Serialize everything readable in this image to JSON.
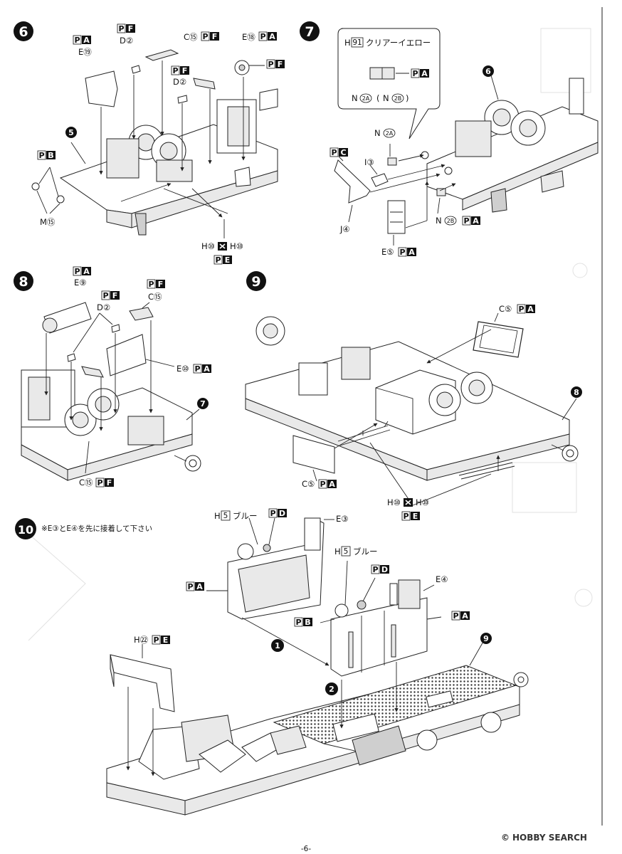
{
  "page": {
    "number": "-6-"
  },
  "watermark": {
    "brand": "HOBBY SEARCH",
    "copyright": "©"
  },
  "steps": [
    {
      "num": "6",
      "callouts": [
        {
          "code": "E⑲",
          "tag": "A"
        },
        {
          "code": "D②",
          "tag": "F"
        },
        {
          "code": "C⑮",
          "tag": "F"
        },
        {
          "code": "E⑱",
          "tag": "A"
        },
        {
          "code": "",
          "tag": "F"
        },
        {
          "code": "D②",
          "tag": "F"
        },
        {
          "code": "",
          "tag": "B"
        },
        {
          "code": "M⑮",
          "tag": ""
        },
        {
          "code": "H⑩",
          "tag": "E",
          "code2": "H⑩"
        }
      ],
      "ref": "5"
    },
    {
      "num": "7",
      "inset": {
        "part": "H",
        "part_num": "91",
        "color": "クリアーイエロー",
        "tag": "A",
        "caption_a": "N",
        "caption_a_sub": "2A",
        "caption_b": "N",
        "caption_b_sub": "2B"
      },
      "callouts": [
        {
          "code": "N",
          "sub": "2A",
          "tag": ""
        },
        {
          "code": "",
          "tag": "C"
        },
        {
          "code": "I③",
          "tag": ""
        },
        {
          "code": "J④",
          "tag": ""
        },
        {
          "code": "N",
          "sub": "2B",
          "tag": "A"
        },
        {
          "code": "E⑤",
          "tag": "A"
        }
      ],
      "ref": "6"
    },
    {
      "num": "8",
      "callouts": [
        {
          "code": "E⑨",
          "tag": "A"
        },
        {
          "code": "D②",
          "tag": "F"
        },
        {
          "code": "C⑮",
          "tag": "F"
        },
        {
          "code": "E⑩",
          "tag": "A"
        },
        {
          "code": "C⑮",
          "tag": "F"
        }
      ],
      "ref": "7"
    },
    {
      "num": "9",
      "callouts": [
        {
          "code": "C⑤",
          "tag": "A"
        },
        {
          "code": "C⑤",
          "tag": "A"
        },
        {
          "code": "H⑩",
          "tag": "E",
          "code2": "H⑩"
        }
      ],
      "ref": "8"
    },
    {
      "num": "10",
      "note": "※E③とE④を先に接着して下さい",
      "callouts": [
        {
          "code": "H",
          "num": "5",
          "color": "ブルー",
          "tag": ""
        },
        {
          "code": "",
          "tag": "D"
        },
        {
          "code": "E③",
          "tag": ""
        },
        {
          "code": "",
          "tag": "A"
        },
        {
          "code": "H",
          "num": "5",
          "color": "ブルー",
          "tag": ""
        },
        {
          "code": "",
          "tag": "D"
        },
        {
          "code": "E④",
          "tag": ""
        },
        {
          "code": "",
          "tag": "B"
        },
        {
          "code": "",
          "tag": "A"
        },
        {
          "code": "H㉒",
          "tag": "E"
        }
      ],
      "order": [
        "1",
        "2"
      ],
      "ref": "9"
    }
  ]
}
